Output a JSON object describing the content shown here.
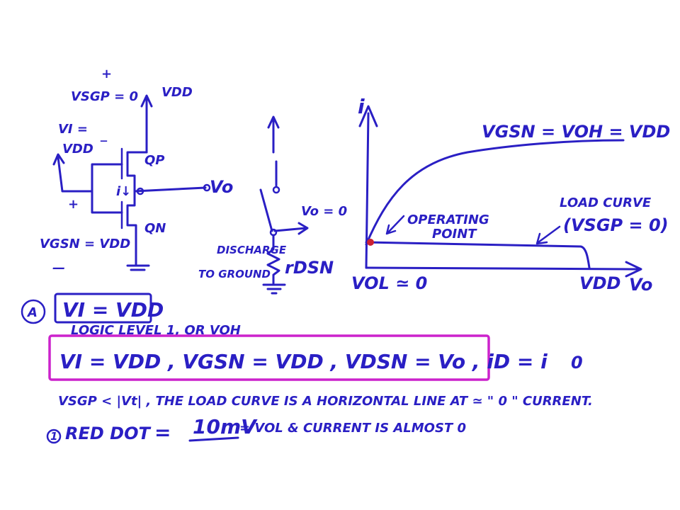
{
  "labels": {
    "vsgp_top": "VSGP = 0",
    "vsgp_plus": "+",
    "vdd_top": "VDD",
    "vi_eq": "VI =",
    "vi_minus": "_",
    "vdd_left": "VDD",
    "qp": "QP",
    "i_arrow": "i↓",
    "vo_out": "Vo",
    "plus_left": "+",
    "qn": "QN",
    "vgsn_left": "VGSN = VDD",
    "minus_left": "—",
    "vo_zero": "Vo = 0",
    "discharge": "DISCHARGE",
    "to_ground": "TO GROUND",
    "rdsn": "rDSN",
    "axis_i": "i",
    "curve_label": "VGSN = VOH = VDD",
    "load_curve": "LOAD CURVE",
    "load_curve_sub": "(VSGP = 0)",
    "op_point": "OPERATING",
    "op_point2": "POINT",
    "vol_label": "VOL ≃ 0",
    "vdd_axis": "VDD",
    "vo_axis": "Vo",
    "circle_a": "A",
    "boxed_vi": "VI = VDD",
    "logic_level": "LOGIC LEVEL  1, OR VOH",
    "pink_line": "VI = VDD ,   VGSN = VDD  ,  VDSN = Vo ,   iD = i",
    "vsgp_line": "VSGP < |Vt| , THE LOAD CURVE IS A HORIZONTAL LINE AT ≃ \" 0 \" CURRENT.",
    "zero_mark": "0",
    "circle_1": "1",
    "red_dot": "RED DOT",
    "eq_sign": "=",
    "ten_mv": "10mV",
    "vol_current": "= VOL & CURRENT IS ALMOST 0"
  },
  "colors": {
    "ink": "#2a1fc4",
    "highlight_box": "#cc22cc",
    "operating_dot": "#cc2233"
  }
}
